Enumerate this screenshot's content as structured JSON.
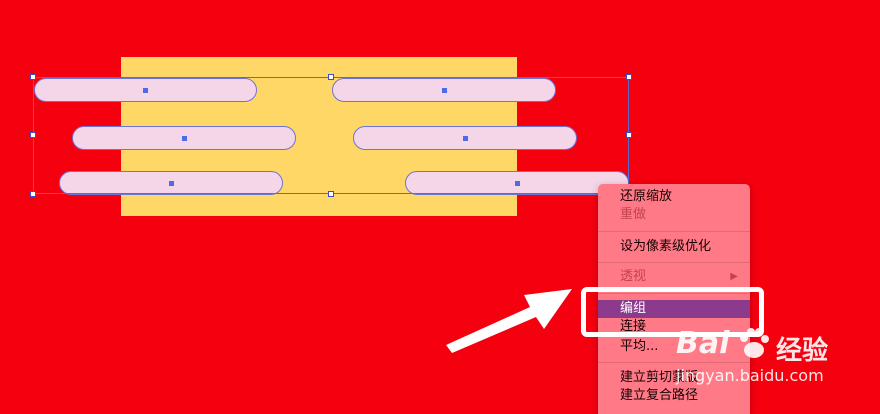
{
  "canvas": {
    "background": "#f5000f",
    "artboard_color": "#ffd766",
    "pill_fill": "#f5d6e8",
    "pill_stroke": "#6d74d8"
  },
  "context_menu": {
    "items": [
      {
        "label": "还原缩放",
        "state": "enabled"
      },
      {
        "label": "重做",
        "state": "disabled"
      },
      {
        "label": "设为像素级优化",
        "state": "enabled"
      },
      {
        "label": "透视",
        "state": "disabled",
        "submenu": true
      },
      {
        "label": "编组",
        "state": "highlighted"
      },
      {
        "label": "连接",
        "state": "enabled"
      },
      {
        "label": "平均...",
        "state": "enabled"
      },
      {
        "label": "建立剪切蒙版",
        "state": "enabled"
      },
      {
        "label": "建立复合路径",
        "state": "enabled"
      }
    ],
    "submenu_arrow": "▶",
    "highlight_color": "#8b3a8c"
  },
  "watermark": {
    "brand_left": "Bai",
    "brand_right": "经验",
    "url": "jingyan.baidu.com",
    "logo_icon": "paw-icon"
  }
}
